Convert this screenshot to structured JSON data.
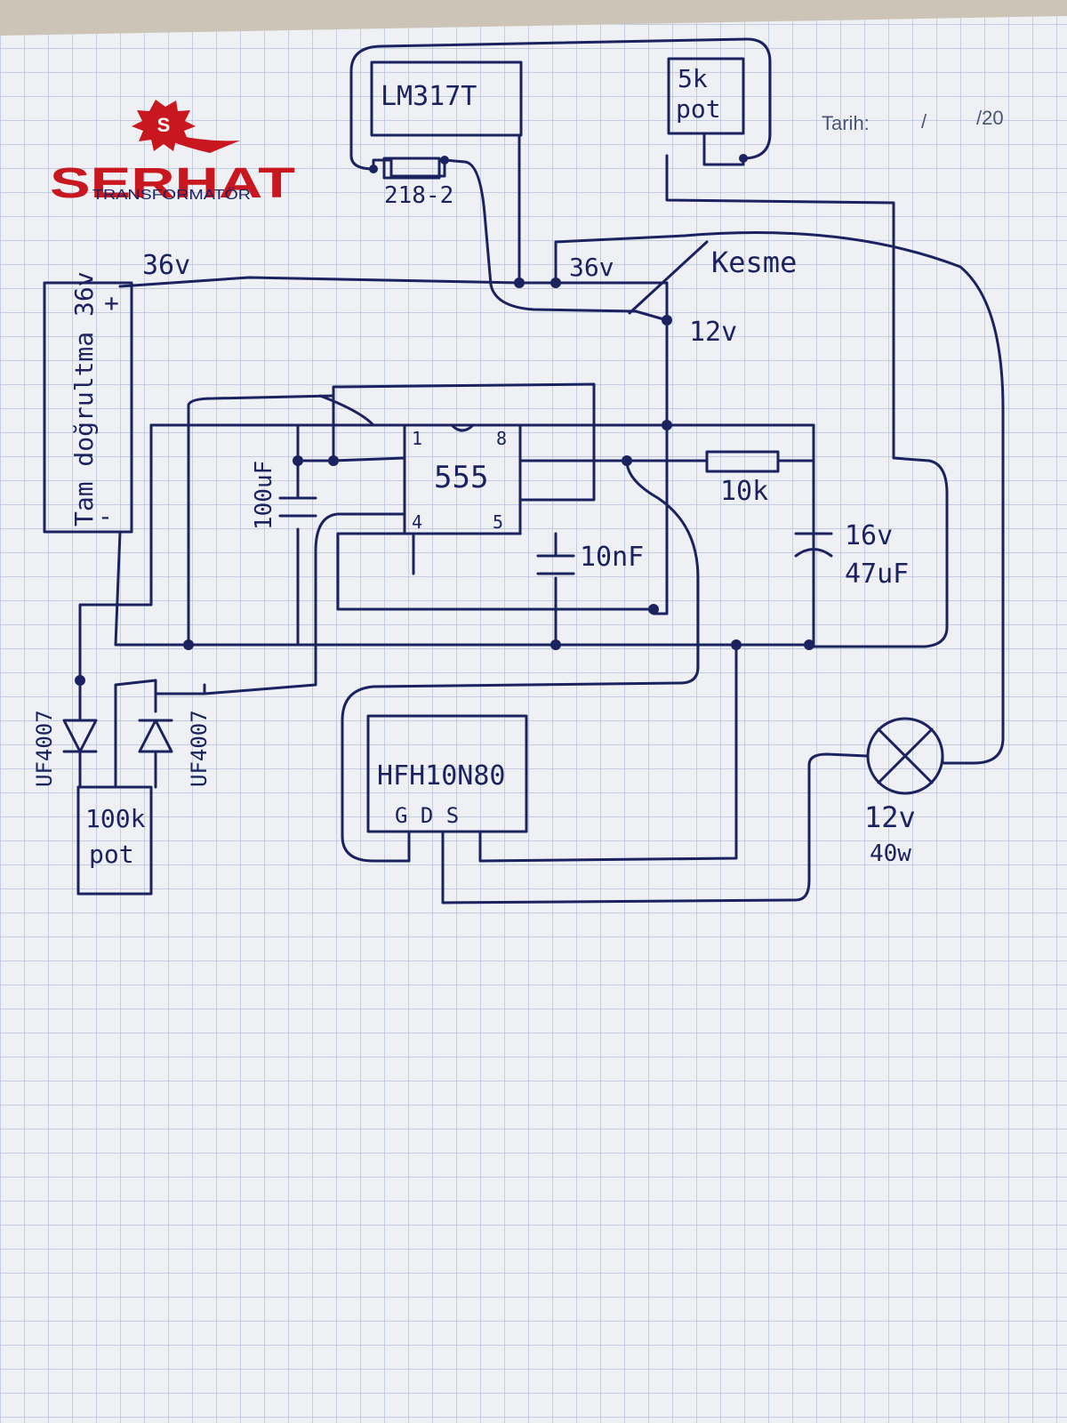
{
  "header": {
    "logo_badge": "S",
    "logo_name": "SERHAT",
    "logo_sub": "TRANSFORMATÖR",
    "date_label": "Tarih:",
    "date_slash": "/",
    "date_year": "/20",
    "colors": {
      "logo_red": "#c8171e",
      "ink": "#1c2260",
      "grid": "#a9b6d3"
    }
  },
  "labels": {
    "regulator": "LM317T",
    "resistor_top": "218-2",
    "pot_5k_line1": "5k",
    "pot_5k_line2": "pot",
    "v36_left": "36v",
    "v36_mid": "36v",
    "cut": "Kesme",
    "v12": "12v",
    "rectifier": "Tam doğrultma 36v",
    "plus": "+",
    "minus": "-",
    "cap_100": "100uF",
    "ic": "555",
    "pin1": "1",
    "pin8": "8",
    "pin4": "4",
    "pin5": "5",
    "cap_10": "10nF",
    "res_10k": "10k",
    "cap_47_line1": "16v",
    "cap_47_line2": "47uF",
    "diode1": "UF4007",
    "diode2": "UF4007",
    "pot_100k_line1": "100k",
    "pot_100k_line2": "pot",
    "mosfet": "HFH10N80",
    "mosfet_pins": "G D S",
    "lamp_line1": "12v",
    "lamp_line2": "40w"
  }
}
